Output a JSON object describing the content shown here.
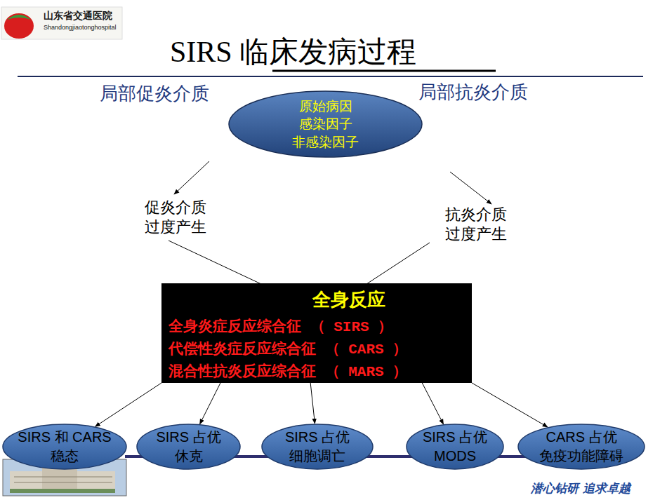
{
  "diagram": {
    "title": "SIRS 临床发病过程",
    "nodes": [
      {
        "text": [
          "原始病因 感染因子 非感染因子"
        ]
      },
      {
        "text": [
          "全身反应",
          "全身炎症反应综合征 （ SIRS ）",
          "代偿性炎症反应综合征 （ CARS ）",
          "混合性抗炎反应综合征 （ MARS ）"
        ]
      },
      {
        "text": [
          "SIRS 和 CARS 稳态"
        ]
      },
      {
        "text": [
          "SIRS 占优 休克"
        ]
      },
      {
        "text": [
          "SIRS 占优 细胞调亡"
        ]
      },
      {
        "text": [
          "SIRS 占优 MODS"
        ]
      },
      {
        "text": [
          "CARS 占优 免疫功能障碍"
        ]
      }
    ],
    "edges": [
      {
        "from": 1,
        "to": 2,
        "arrow": "to"
      },
      {
        "from": 1,
        "to": 3,
        "arrow": "to"
      },
      {
        "from": 1,
        "to": 4,
        "arrow": "to"
      },
      {
        "from": 1,
        "to": 5,
        "arrow": "to"
      },
      {
        "from": 1,
        "to": 6,
        "arrow": "to"
      }
    ],
    "labels": [
      "山东省交通医院",
      "Shandongjiaotonghospital",
      "局部促炎介质",
      "局部抗炎介质",
      "促炎介质 过度产生",
      "抗炎介质 过度产生",
      "潜心钻研 追求卓越"
    ]
  }
}
